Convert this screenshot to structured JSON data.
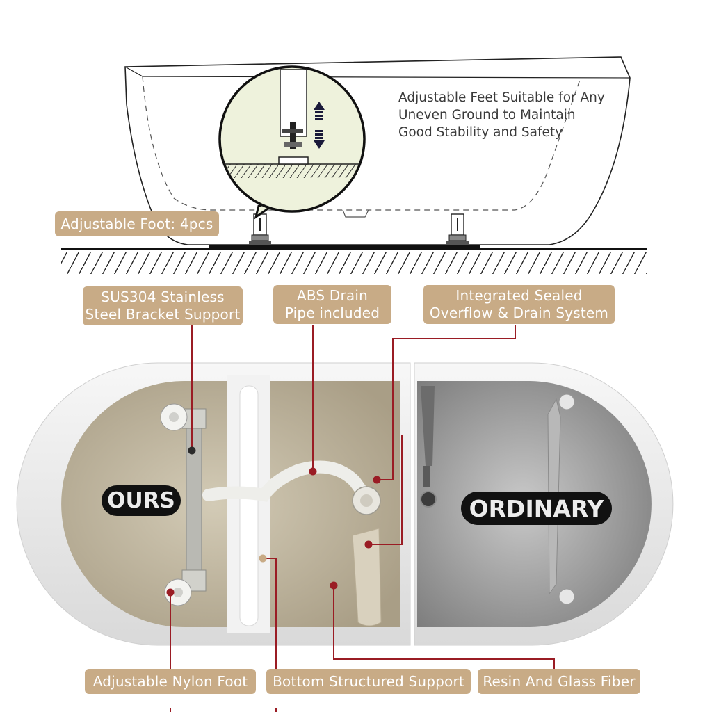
{
  "callouts": {
    "adjustable_foot": "Adjustable Foot: 4pcs",
    "bracket": [
      "SUS304 Stainless",
      "Steel Bracket Support"
    ],
    "drain_pipe": [
      "ABS Drain",
      "Pipe included"
    ],
    "overflow": [
      "Integrated Sealed",
      "Overflow & Drain System"
    ],
    "nylon_foot": "Adjustable Nylon Foot",
    "structure": "Bottom Structured Support",
    "resin": "Resin And Glass Fiber"
  },
  "feature_note": [
    "Adjustable Feet Suitable for Any",
    "Uneven Ground to Maintain",
    "Good Stability and Safety"
  ],
  "badges": {
    "ours": "OURS",
    "ordinary": "ORDINARY"
  },
  "colors": {
    "label_bg": "#c8ab86",
    "leader_line": "#9a1c24",
    "zoom_bubble": "#eef2dc",
    "ours_interior": "#c5bca5",
    "ordinary_interior": "#a9a9a9"
  }
}
